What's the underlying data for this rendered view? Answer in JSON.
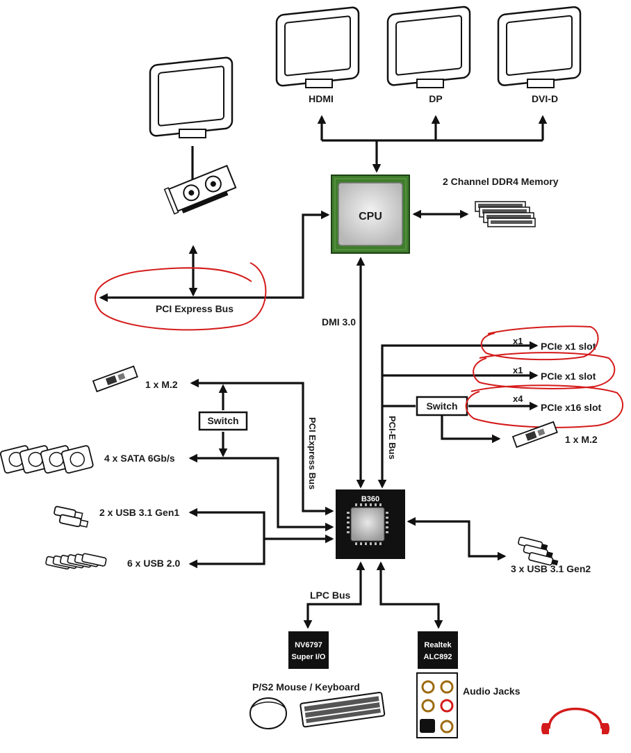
{
  "displays": {
    "hdmi": "HDMI",
    "dp": "DP",
    "dvid": "DVI-D"
  },
  "cpu": {
    "label": "CPU"
  },
  "memory": {
    "label": "2 Channel DDR4 Memory"
  },
  "pcie_bus": {
    "label": "PCI Express Bus"
  },
  "dmi": {
    "label": "DMI 3.0"
  },
  "chipset": {
    "label": "B360"
  },
  "left_bus": {
    "label": "PCI Express Bus"
  },
  "right_bus": {
    "label": "PCI-E Bus"
  },
  "left_switch": {
    "label": "Switch"
  },
  "right_switch": {
    "label": "Switch"
  },
  "left_devices": {
    "m2": "1 x M.2",
    "sata": "4 x SATA 6Gb/s",
    "usb31": "2 x USB 3.1 Gen1",
    "usb20": "6 x USB 2.0"
  },
  "slots": [
    {
      "lane": "x1",
      "label": "PCIe x1 slot"
    },
    {
      "lane": "x1",
      "label": "PCIe x1 slot"
    },
    {
      "lane": "x4",
      "label": "PCIe x16 slot"
    }
  ],
  "right_m2": {
    "label": "1 x M.2"
  },
  "usb_gen2": {
    "label": "3 x USB 3.1 Gen2"
  },
  "lpc": {
    "label": "LPC Bus"
  },
  "superio": {
    "line1": "NV6797",
    "line2": "Super I/O"
  },
  "ps2": {
    "label": "P/S2 Mouse / Keyboard"
  },
  "audio_chip": {
    "line1": "Realtek",
    "line2": "ALC892"
  },
  "audio_jacks": {
    "label": "Audio Jacks"
  },
  "colors": {
    "annotation": "#d41a1a",
    "cpu_pcb": "#3f7d2c",
    "chip": "#111111"
  }
}
